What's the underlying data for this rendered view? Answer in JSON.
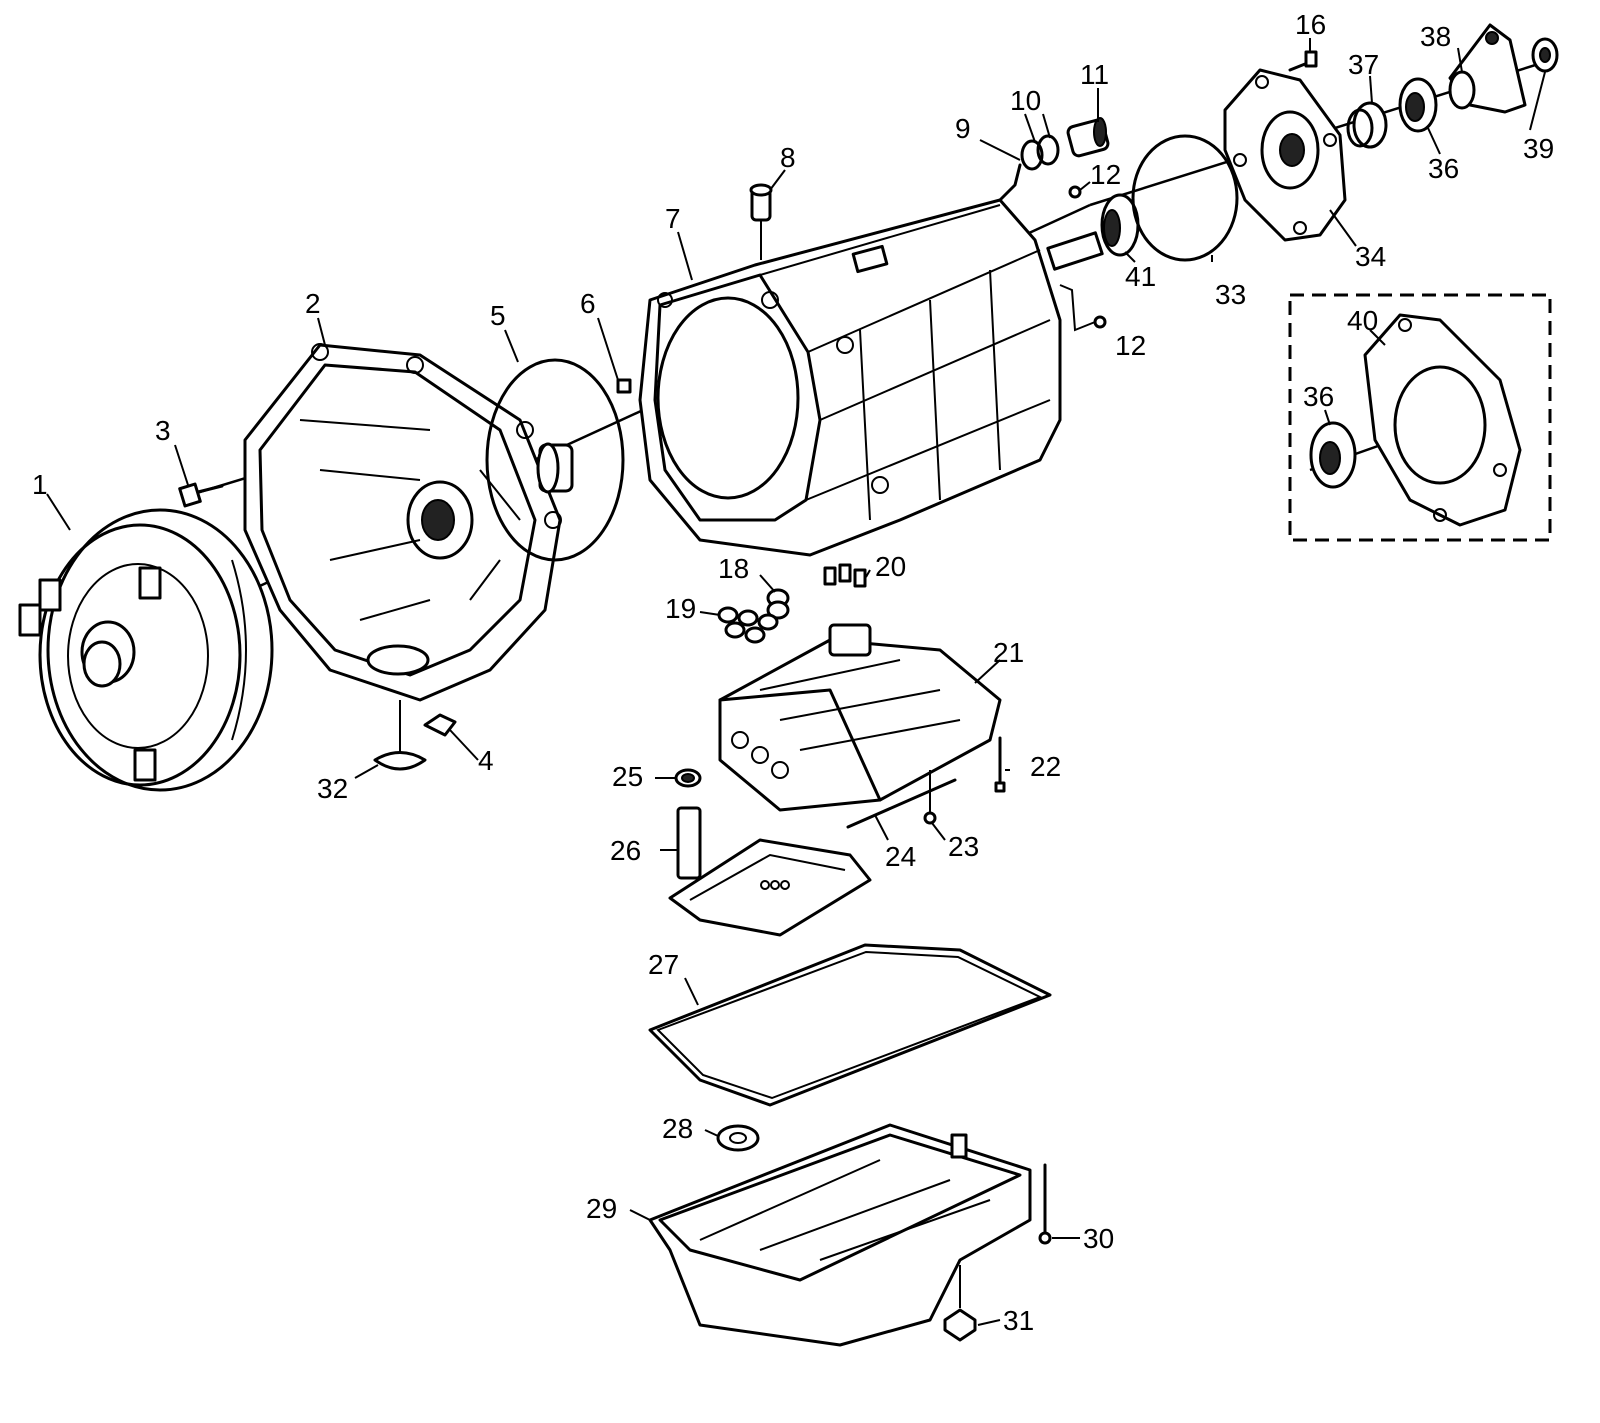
{
  "diagram": {
    "callouts": [
      {
        "id": "c1",
        "text": "1"
      },
      {
        "id": "c2",
        "text": "2"
      },
      {
        "id": "c3",
        "text": "3"
      },
      {
        "id": "c4",
        "text": "4"
      },
      {
        "id": "c5",
        "text": "5"
      },
      {
        "id": "c6",
        "text": "6"
      },
      {
        "id": "c7",
        "text": "7"
      },
      {
        "id": "c8",
        "text": "8"
      },
      {
        "id": "c9",
        "text": "9"
      },
      {
        "id": "c10",
        "text": "10"
      },
      {
        "id": "c11",
        "text": "11"
      },
      {
        "id": "c12a",
        "text": "12"
      },
      {
        "id": "c12b",
        "text": "12"
      },
      {
        "id": "c16",
        "text": "16"
      },
      {
        "id": "c18",
        "text": "18"
      },
      {
        "id": "c19",
        "text": "19"
      },
      {
        "id": "c20",
        "text": "20"
      },
      {
        "id": "c21",
        "text": "21"
      },
      {
        "id": "c22",
        "text": "22"
      },
      {
        "id": "c23",
        "text": "23"
      },
      {
        "id": "c24",
        "text": "24"
      },
      {
        "id": "c25",
        "text": "25"
      },
      {
        "id": "c26",
        "text": "26"
      },
      {
        "id": "c27",
        "text": "27"
      },
      {
        "id": "c28",
        "text": "28"
      },
      {
        "id": "c29",
        "text": "29"
      },
      {
        "id": "c30",
        "text": "30"
      },
      {
        "id": "c31",
        "text": "31"
      },
      {
        "id": "c32",
        "text": "32"
      },
      {
        "id": "c33",
        "text": "33"
      },
      {
        "id": "c34",
        "text": "34"
      },
      {
        "id": "c36a",
        "text": "36"
      },
      {
        "id": "c36b",
        "text": "36"
      },
      {
        "id": "c37",
        "text": "37"
      },
      {
        "id": "c38",
        "text": "38"
      },
      {
        "id": "c39",
        "text": "39"
      },
      {
        "id": "c40",
        "text": "40"
      },
      {
        "id": "c41",
        "text": "41"
      }
    ]
  }
}
